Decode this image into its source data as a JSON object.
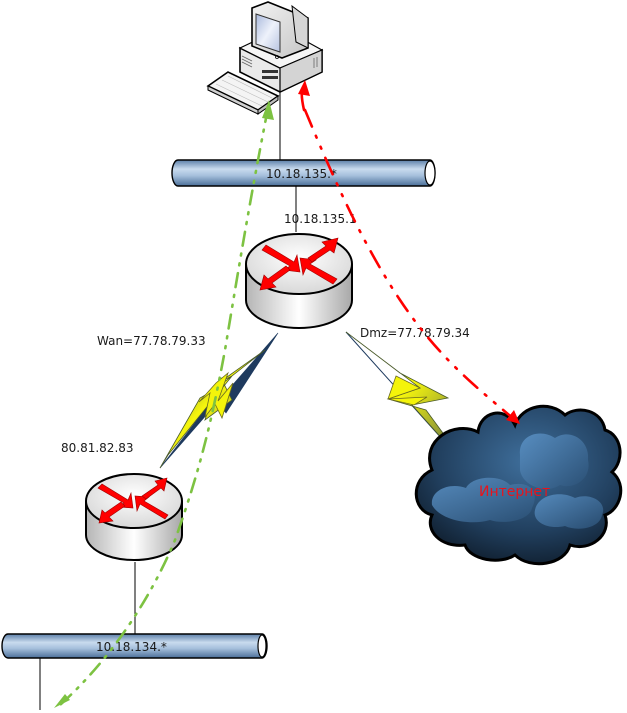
{
  "diagram": {
    "title": "",
    "nodes": {
      "workstation": {
        "label": "",
        "type": "computer"
      },
      "lan_top": {
        "label": "10.18.135.*",
        "type": "network-bus"
      },
      "router_main": {
        "label": "10.18.135.1",
        "type": "router",
        "wan_label": "Wan=77.78.79.33",
        "dmz_label": "Dmz=77.78.79.34"
      },
      "router_remote": {
        "label": "80.81.82.83",
        "type": "router"
      },
      "lan_bottom": {
        "label": "10.18.134.*",
        "type": "network-bus"
      },
      "internet": {
        "label": "Интернет",
        "type": "cloud"
      }
    },
    "links": [
      {
        "from": "workstation",
        "to": "lan_top",
        "style": "solid"
      },
      {
        "from": "lan_top",
        "to": "router_main",
        "style": "solid"
      },
      {
        "from": "router_main",
        "to": "router_remote",
        "style": "lightning",
        "label": "Wan=77.78.79.33"
      },
      {
        "from": "router_main",
        "to": "internet",
        "style": "lightning",
        "label": "Dmz=77.78.79.34"
      },
      {
        "from": "router_remote",
        "to": "lan_bottom",
        "style": "solid"
      }
    ],
    "flows": [
      {
        "name": "green-path",
        "from": "lan_bottom",
        "to": "workstation",
        "style": "dash-dot",
        "color": "#7dc242"
      },
      {
        "name": "red-path",
        "from": "internet",
        "to": "workstation",
        "style": "dash-dot",
        "color": "#ff0000",
        "bidirectional": true
      }
    ],
    "colors": {
      "bus_fill": "#a9c4e0",
      "lightning": "#f2f20a",
      "arrow_red": "#ff0000",
      "internet_label": "#e8141c"
    }
  }
}
